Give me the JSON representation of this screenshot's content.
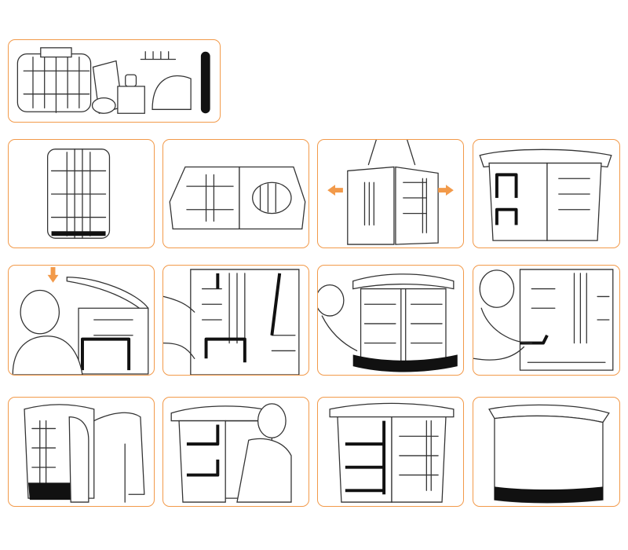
{
  "diagram": {
    "accent_color": "#f29a4a",
    "steps": [
      {
        "id": "parts",
        "icons": [
          "case",
          "roll",
          "tube",
          "clips",
          "shelf",
          "pole"
        ]
      },
      {
        "id": "step-1",
        "icons": [
          "closed-case"
        ]
      },
      {
        "id": "step-2",
        "icons": [
          "open-case-flat"
        ]
      },
      {
        "id": "step-3",
        "icons": [
          "unfold-case",
          "arrow-left",
          "arrow-right"
        ]
      },
      {
        "id": "step-4",
        "icons": [
          "countertop-placement"
        ]
      },
      {
        "id": "step-5",
        "icons": [
          "attach-top",
          "arrow-down"
        ]
      },
      {
        "id": "step-6",
        "icons": [
          "hook-straps"
        ]
      },
      {
        "id": "step-7",
        "icons": [
          "attach-base-band"
        ]
      },
      {
        "id": "step-8",
        "icons": [
          "fasten-straps"
        ]
      },
      {
        "id": "step-9",
        "icons": [
          "wrap-graphic"
        ]
      },
      {
        "id": "step-10",
        "icons": [
          "insert-shelves"
        ]
      },
      {
        "id": "step-11",
        "icons": [
          "assembled-frame"
        ]
      },
      {
        "id": "step-12",
        "icons": [
          "finished-counter"
        ]
      }
    ]
  }
}
